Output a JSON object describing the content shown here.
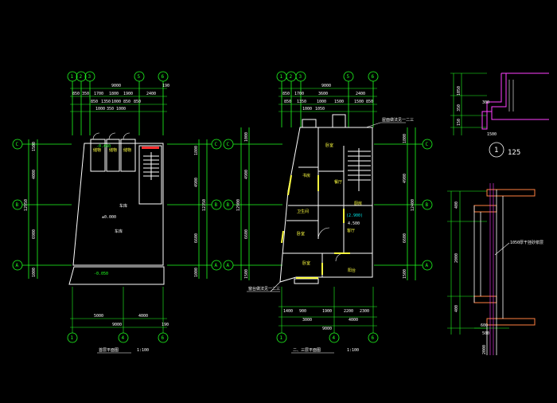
{
  "plan_left": {
    "title": "首层平面图",
    "scale": "1:100",
    "top_axes": [
      "1",
      "2",
      "3",
      "5",
      "6"
    ],
    "bottom_axes": [
      "1",
      "4",
      "6"
    ],
    "side_axes": [
      "C",
      "B",
      "A"
    ],
    "dims_top_row1": [
      "9000",
      "190"
    ],
    "dims_top_row2": [
      "850",
      "350",
      "1700",
      "1800",
      "1900",
      "2400"
    ],
    "dims_top_row3": [
      "850",
      "1350",
      "1000",
      "850",
      "850"
    ],
    "dims_top_row4": [
      "1000",
      "350",
      "1000"
    ],
    "dims_bottom_row1": [
      "5000",
      "4000"
    ],
    "dims_bottom_row2": [
      "9000",
      "190"
    ],
    "dims_left": [
      "1500",
      "4000",
      "12950",
      "6900",
      "1000"
    ],
    "dims_right": [
      "1800",
      "4900",
      "12350",
      "6600",
      "1000"
    ],
    "room_labels": [
      "储物",
      "储物",
      "储物",
      "车库",
      "车库"
    ],
    "level_labels": [
      "-0.450",
      "±0.000",
      "-0.050"
    ]
  },
  "plan_right": {
    "title": "二、三层平面图",
    "scale": "1:100",
    "top_axes": [
      "1",
      "2",
      "3",
      "5",
      "6"
    ],
    "bottom_axes": [
      "1",
      "4",
      "6"
    ],
    "side_axes": [
      "C",
      "B",
      "A"
    ],
    "dims_top_row1": [
      "9000"
    ],
    "dims_top_row2": [
      "850",
      "1700",
      "3600",
      "2400"
    ],
    "dims_top_row3": [
      "850",
      "1350",
      "1000",
      "1500",
      "1500",
      "850"
    ],
    "dims_top_row4": [
      "1000",
      "1050"
    ],
    "dims_bottom_row1": [
      "1400",
      "900",
      "1900",
      "2200",
      "2300"
    ],
    "dims_bottom_row2": [
      "3000",
      "4000"
    ],
    "dims_bottom_row3": [
      "9000"
    ],
    "dims_left": [
      "1000",
      "4900",
      "12900",
      "6600",
      "1500"
    ],
    "dims_right": [
      "1800",
      "4900",
      "12400",
      "6600",
      "1500"
    ],
    "room_labels": [
      "卧室",
      "书房",
      "餐厅",
      "卫生间",
      "卧室",
      "客厅",
      "卧室",
      "阳台",
      "厨房"
    ],
    "level_labels": [
      "(2.900)",
      "4.500"
    ],
    "callouts": [
      "屋面做法见一二三",
      "窗台做法见一二三"
    ]
  },
  "detail_top": {
    "callout_number": "1",
    "callout_scale": "125",
    "dims": [
      "1050",
      "350",
      "150",
      "300",
      "1500"
    ]
  },
  "detail_bottom": {
    "note": "1050厚干挂砂浆层",
    "dims": [
      "400",
      "2000",
      "400",
      "600",
      "500",
      "2000"
    ]
  }
}
